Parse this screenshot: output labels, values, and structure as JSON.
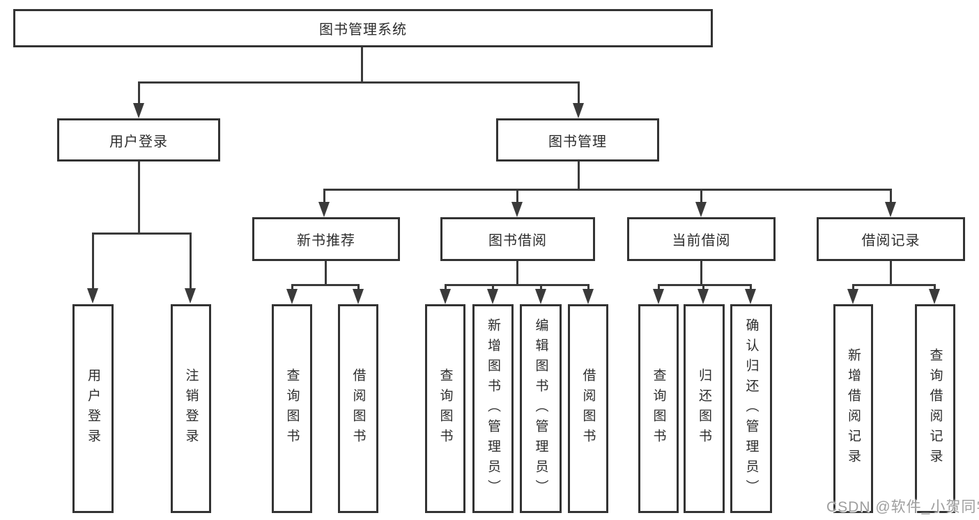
{
  "tree": {
    "root": {
      "label": "图书管理系统"
    },
    "children": [
      {
        "label": "用户登录",
        "children": [
          {
            "label": "用户登录"
          },
          {
            "label": "注销登录"
          }
        ]
      },
      {
        "label": "图书管理",
        "children": [
          {
            "label": "新书推荐",
            "children": [
              {
                "label": "查询图书"
              },
              {
                "label": "借阅图书"
              }
            ]
          },
          {
            "label": "图书借阅",
            "children": [
              {
                "label": "查询图书"
              },
              {
                "label": "新增图书（管理员）"
              },
              {
                "label": "编辑图书（管理员）"
              },
              {
                "label": "借阅图书"
              }
            ]
          },
          {
            "label": "当前借阅",
            "children": [
              {
                "label": "查询图书"
              },
              {
                "label": "归还图书"
              },
              {
                "label": "确认归还（管理员）"
              }
            ]
          },
          {
            "label": "借阅记录",
            "children": [
              {
                "label": "新增借阅记录"
              },
              {
                "label": "查询借阅记录"
              }
            ]
          }
        ]
      }
    ]
  },
  "watermark": {
    "text": "CSDN @软件_小贺同学"
  },
  "colors": {
    "line": "#3a3a3a",
    "box_border": "#333333",
    "text": "#2d2d2d",
    "watermark": "#9e9e9e",
    "background": "#ffffff"
  }
}
